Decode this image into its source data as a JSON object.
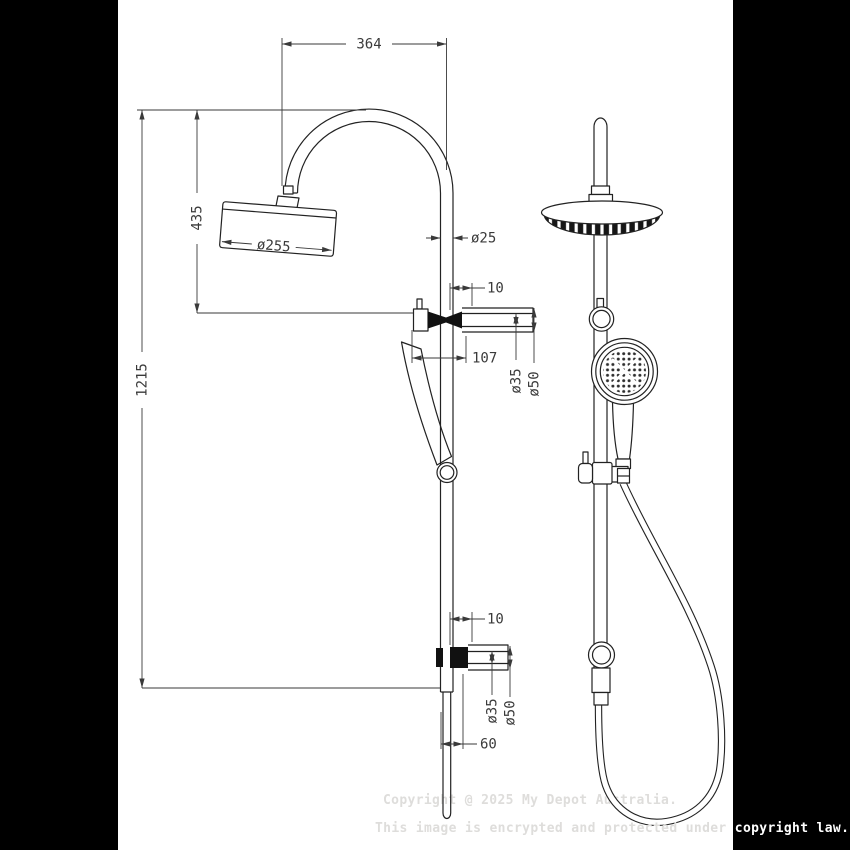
{
  "dims": {
    "arm_reach": "364",
    "head_drop": "435",
    "total_height": "1215",
    "head_diameter": "ø255",
    "riser_diameter": "ø25",
    "upper_outlet_gap": "10",
    "wall_to_rail": "107",
    "upper_outlet_inner": "ø35",
    "upper_outlet_outer": "ø50",
    "lower_outlet_gap": "10",
    "lower_outlet_inner": "ø35",
    "lower_outlet_outer": "ø50",
    "rail_to_outlet_end": "60"
  },
  "watermark": {
    "line1": "Copyright @ 2025 My Depot Australia.",
    "line2_prefix": "This image is encrypted and protected under ",
    "line2_highlight": "copyright law."
  },
  "colors": {
    "line": "#222222",
    "dimension": "#3a3a3a",
    "redaction_band": "#000000",
    "watermark_gray": "#dedddb",
    "watermark_highlight": "#ffffff",
    "connector_fill": "#111111"
  }
}
